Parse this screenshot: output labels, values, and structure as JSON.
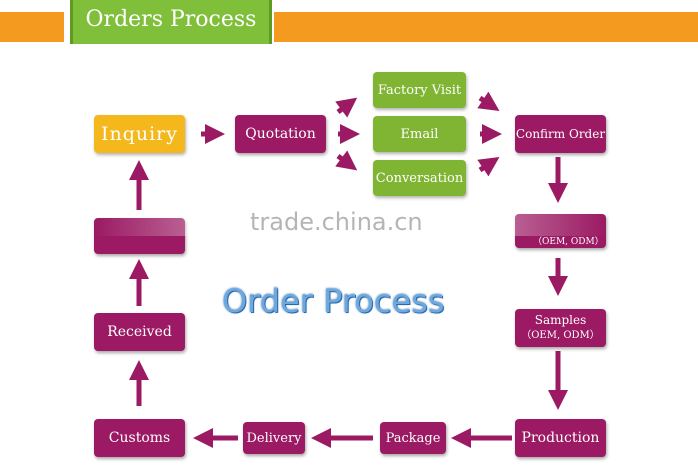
{
  "header": {
    "title": "Orders Process"
  },
  "diagram": {
    "center_title": "Order Process",
    "watermark": "trade.china.cn",
    "nodes": {
      "inquiry": "Inquiry",
      "quotation": "Quotation",
      "factory_visit": "Factory Visit",
      "email": "Email",
      "conversation": "Conversation",
      "confirm_order": "Confirm Order",
      "partial_right_sub": "（OEM, ODM）",
      "samples": "Samples",
      "samples_sub": "（OEM, ODM）",
      "production": "Production",
      "package": "Package",
      "delivery": "Delivery",
      "customs": "Customs",
      "received": "Received"
    }
  },
  "colors": {
    "banner_orange": "#f39a1f",
    "tab_green": "#7fbf3a",
    "node_purple": "#9b1a63",
    "node_green": "#80b534",
    "node_yellow": "#f5b81c",
    "title_blue": "#6fa8dc"
  }
}
